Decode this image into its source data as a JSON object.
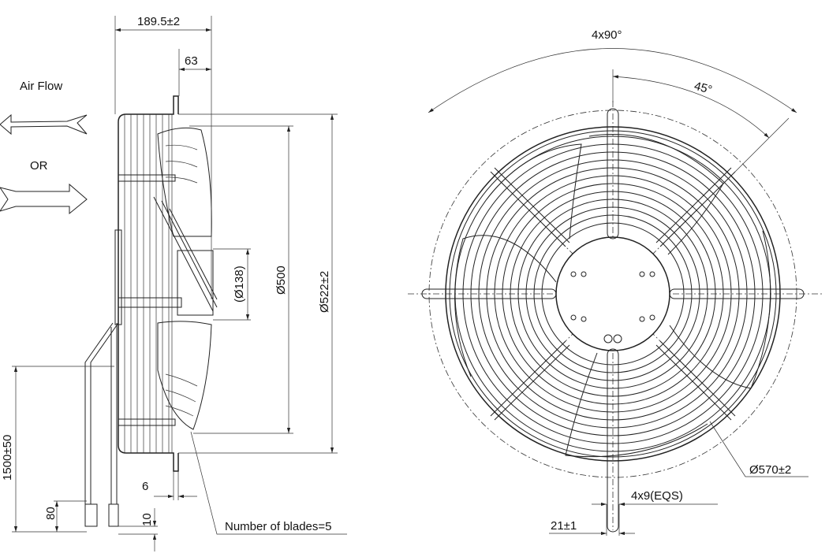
{
  "side_view": {
    "airflow_label": "Air Flow",
    "or_label": "OR",
    "dim_depth": "189.5±2",
    "dim_63": "63",
    "dim_hub": "(Ø138)",
    "dim_blade_dia": "Ø500",
    "dim_frame_dia": "Ø522±2",
    "dim_cable_length": "1500±50",
    "dim_80": "80",
    "dim_10": "10",
    "dim_6": "6",
    "blades_note": "Number of blades=5"
  },
  "front_view": {
    "dim_4x90": "4x90°",
    "dim_45": "45°",
    "dim_mount_dia": "Ø570±2",
    "dim_holes": "4x9(EQS)",
    "dim_21": "21±1"
  }
}
